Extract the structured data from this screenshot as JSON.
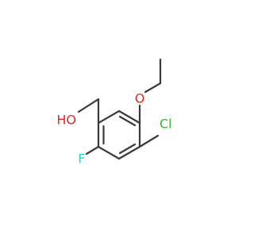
{
  "atoms": {
    "oxygen_ether": {
      "label": "O",
      "color": "#e8281e"
    },
    "hydroxyl": {
      "label": "HO",
      "color": "#e8281e"
    },
    "chlorine": {
      "label": "Cl",
      "color": "#3db33d"
    },
    "fluorine": {
      "label": "F",
      "color": "#33cccc"
    }
  },
  "colors": {
    "bond": "#3a3a3a",
    "background": "#ffffff"
  }
}
